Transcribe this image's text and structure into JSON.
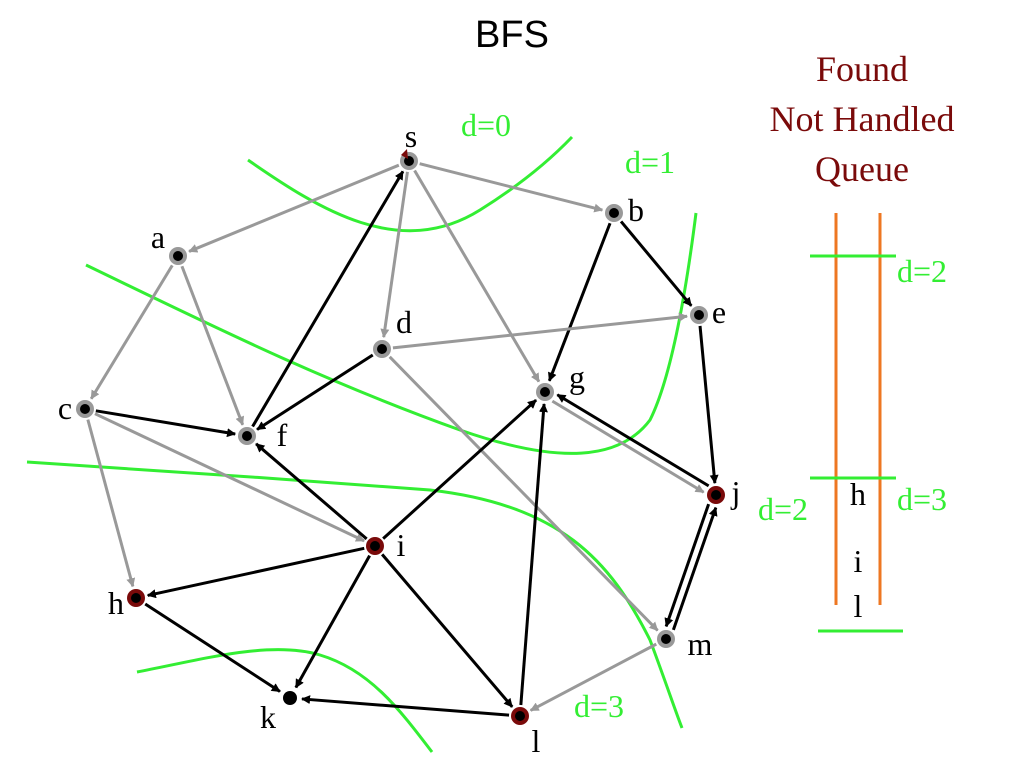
{
  "title": "BFS",
  "legend": {
    "line1": "Found",
    "line2": "Not Handled",
    "line3": "Queue",
    "color": "#7a0a0a"
  },
  "colors": {
    "green": "#33ee33",
    "orange": "#ee7722",
    "gray": "#999999",
    "black": "#000000",
    "handled_ring": "#999999",
    "found_ring": "#7a0a0a"
  },
  "nodes": [
    {
      "id": "s",
      "label": "s",
      "state": "start"
    },
    {
      "id": "a",
      "label": "a",
      "state": "handled"
    },
    {
      "id": "b",
      "label": "b",
      "state": "handled"
    },
    {
      "id": "c",
      "label": "c",
      "state": "handled"
    },
    {
      "id": "d",
      "label": "d",
      "state": "handled"
    },
    {
      "id": "e",
      "label": "e",
      "state": "handled"
    },
    {
      "id": "f",
      "label": "f",
      "state": "handled"
    },
    {
      "id": "g",
      "label": "g",
      "state": "handled"
    },
    {
      "id": "h",
      "label": "h",
      "state": "found"
    },
    {
      "id": "i",
      "label": "i",
      "state": "found"
    },
    {
      "id": "j",
      "label": "j",
      "state": "found"
    },
    {
      "id": "k",
      "label": "k",
      "state": "unvisited"
    },
    {
      "id": "l",
      "label": "l",
      "state": "found"
    },
    {
      "id": "m",
      "label": "m",
      "state": "handled"
    }
  ],
  "edges": [
    {
      "from": "s",
      "to": "a",
      "color": "gray"
    },
    {
      "from": "s",
      "to": "b",
      "color": "gray"
    },
    {
      "from": "s",
      "to": "d",
      "color": "gray"
    },
    {
      "from": "s",
      "to": "g",
      "color": "gray"
    },
    {
      "from": "a",
      "to": "c",
      "color": "gray"
    },
    {
      "from": "a",
      "to": "f",
      "color": "gray"
    },
    {
      "from": "b",
      "to": "e",
      "color": "black"
    },
    {
      "from": "b",
      "to": "g",
      "color": "black"
    },
    {
      "from": "c",
      "to": "f",
      "color": "black"
    },
    {
      "from": "c",
      "to": "h",
      "color": "gray"
    },
    {
      "from": "c",
      "to": "i",
      "color": "gray"
    },
    {
      "from": "d",
      "to": "e",
      "color": "gray"
    },
    {
      "from": "d",
      "to": "f",
      "color": "black"
    },
    {
      "from": "d",
      "to": "m",
      "color": "gray"
    },
    {
      "from": "f",
      "to": "s",
      "color": "black"
    },
    {
      "from": "e",
      "to": "j",
      "color": "black"
    },
    {
      "from": "g",
      "to": "j",
      "color": "gray",
      "offset": 4
    },
    {
      "from": "j",
      "to": "g",
      "color": "black",
      "offset": 4
    },
    {
      "from": "i",
      "to": "f",
      "color": "black"
    },
    {
      "from": "i",
      "to": "g",
      "color": "black"
    },
    {
      "from": "i",
      "to": "h",
      "color": "black"
    },
    {
      "from": "i",
      "to": "k",
      "color": "black"
    },
    {
      "from": "i",
      "to": "l",
      "color": "black"
    },
    {
      "from": "l",
      "to": "g",
      "color": "black"
    },
    {
      "from": "h",
      "to": "k",
      "color": "black"
    },
    {
      "from": "l",
      "to": "k",
      "color": "black"
    },
    {
      "from": "m",
      "to": "l",
      "color": "gray"
    },
    {
      "from": "j",
      "to": "m",
      "color": "black",
      "offset": 4
    },
    {
      "from": "m",
      "to": "j",
      "color": "black",
      "offset": 4
    }
  ],
  "levels": [
    {
      "id": "d0",
      "label": "d=0"
    },
    {
      "id": "d1",
      "label": "d=1"
    },
    {
      "id": "d2",
      "label": "d=2"
    },
    {
      "id": "d3",
      "label": "d=3"
    }
  ],
  "queue": {
    "marks": [
      {
        "label": "d=2",
        "side": "right"
      },
      {
        "label": "d=3",
        "side": "right"
      },
      {
        "label": "d=2",
        "side": "left"
      }
    ],
    "items": [
      "h",
      "i",
      "l"
    ]
  }
}
